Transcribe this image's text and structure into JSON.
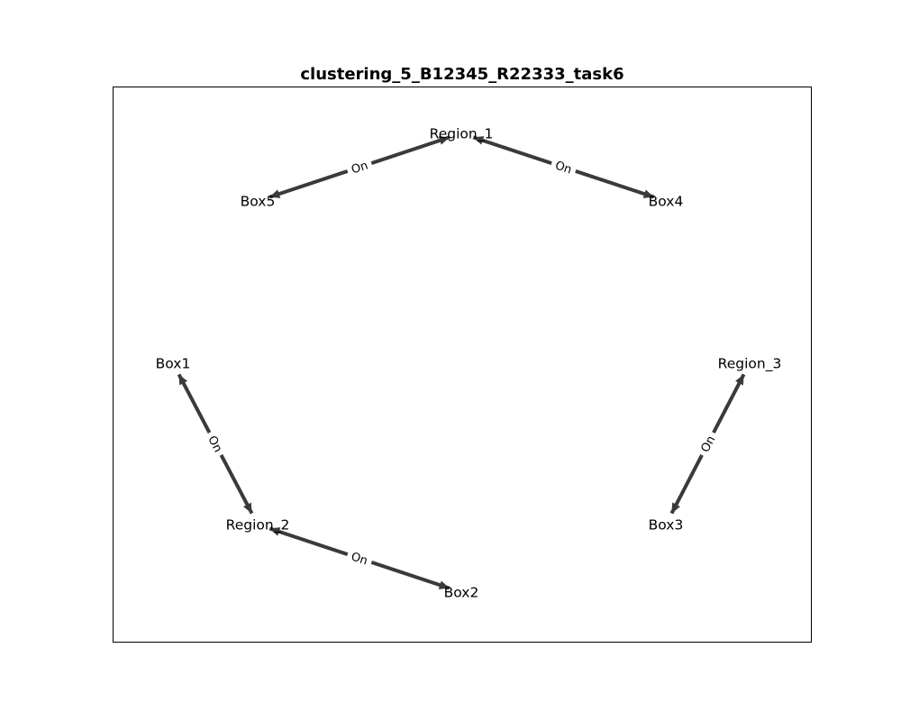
{
  "title": "clustering_5_B12345_R22333_task6",
  "colors": {
    "edge": "#3a3a3a",
    "text": "#000000",
    "background": "#ffffff"
  },
  "nodes": [
    {
      "id": "Region_1",
      "label": "Region_1"
    },
    {
      "id": "Box5",
      "label": "Box5"
    },
    {
      "id": "Box4",
      "label": "Box4"
    },
    {
      "id": "Box1",
      "label": "Box1"
    },
    {
      "id": "Region_3",
      "label": "Region_3"
    },
    {
      "id": "Region_2",
      "label": "Region_2"
    },
    {
      "id": "Box3",
      "label": "Box3"
    },
    {
      "id": "Box2",
      "label": "Box2"
    }
  ],
  "edges": [
    {
      "source": "Region_1",
      "target": "Box5",
      "label": "On",
      "bidirectional": true
    },
    {
      "source": "Region_1",
      "target": "Box4",
      "label": "On",
      "bidirectional": true
    },
    {
      "source": "Box1",
      "target": "Region_2",
      "label": "On",
      "bidirectional": true
    },
    {
      "source": "Region_3",
      "target": "Box3",
      "label": "On",
      "bidirectional": true
    },
    {
      "source": "Region_2",
      "target": "Box2",
      "label": "On",
      "bidirectional": true
    }
  ]
}
